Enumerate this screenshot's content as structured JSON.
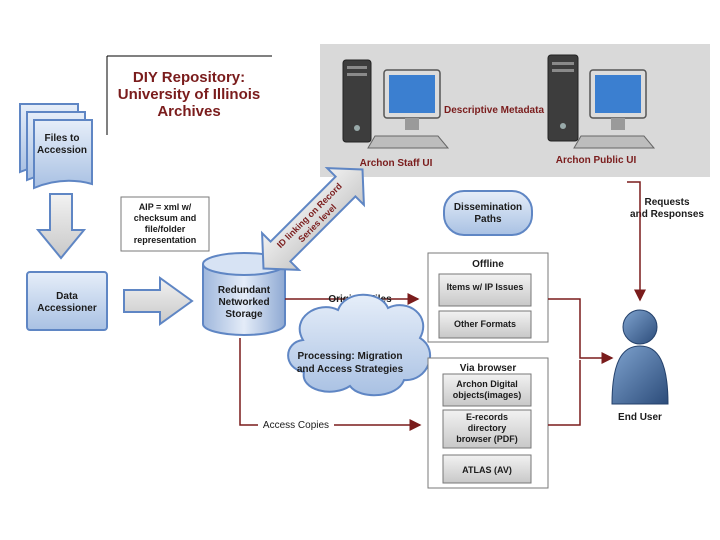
{
  "title": {
    "line1": "DIY Repository:",
    "line2": "University of Illinois",
    "line3": "Archives"
  },
  "files_to_accession": {
    "line1": "Files to",
    "line2": "Accession"
  },
  "aip_note": {
    "line1": "AIP = xml w/",
    "line2": "checksum and",
    "line3": "file/folder",
    "line4": "representation"
  },
  "data_accessioner": {
    "line1": "Data",
    "line2": "Accessioner"
  },
  "storage": {
    "line1": "Redundant",
    "line2": "Networked",
    "line3": "Storage"
  },
  "id_linking": {
    "line1": "ID linking on Record",
    "line2": "Series level"
  },
  "descriptive_metadata": "Descriptive Metadata",
  "archon_staff_ui": "Archon Staff UI",
  "archon_public_ui": "Archon Public UI",
  "dissemination_paths": {
    "line1": "Dissemination",
    "line2": "Paths"
  },
  "requests_responses": {
    "line1": "Requests",
    "line2": "and Responses"
  },
  "original_files": "Original Files",
  "access_copies": "Access Copies",
  "processing": {
    "line1": "Processing: Migration",
    "line2": "and Access Strategies"
  },
  "offline": {
    "header": "Offline",
    "items": [
      {
        "line1": "Items w/ IP Issues",
        "line2": ""
      },
      {
        "line1": "Other Formats",
        "line2": ""
      }
    ]
  },
  "via_browser": {
    "header": "Via browser",
    "items": [
      {
        "line1": "Archon Digital",
        "line2": "objects(images)",
        "line3": ""
      },
      {
        "line1": "E-records",
        "line2": "directory",
        "line3": "browser (PDF)"
      },
      {
        "line1": "ATLAS (AV)",
        "line2": "",
        "line3": ""
      }
    ]
  },
  "end_user": "End User",
  "colors": {
    "box_blue": "#5f86c4",
    "box_fill": "#c9d9ef",
    "arrow_red": "#7a1c1c",
    "panel_grey": "#d9d9d9",
    "title_red": "#7a1c1c"
  }
}
